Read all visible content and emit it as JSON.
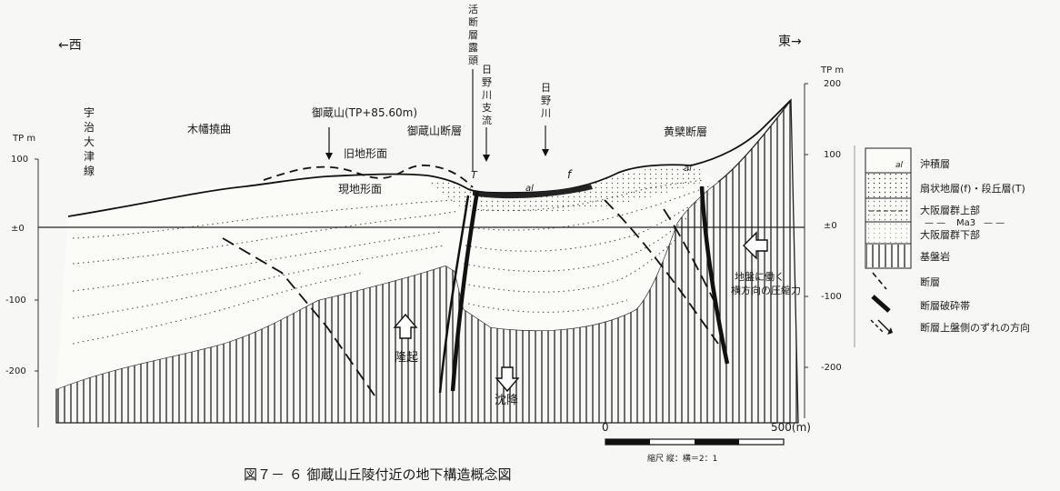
{
  "direction": {
    "west": "←西",
    "east": "東→"
  },
  "axis": {
    "unit": "TP m",
    "left_ticks": [
      "100",
      "±0",
      "-100",
      "-200"
    ],
    "right_ticks": [
      "200",
      "100",
      "±0",
      "-100",
      "-200"
    ]
  },
  "labels": {
    "uji_line": "宇治大津線",
    "kohata": "木幡撓曲",
    "okurayama": "御蔵山(TP+85.60m)",
    "old_surface": "旧地形面",
    "present_surface": "現地形面",
    "okurayama_fault": "御蔵山断層",
    "active_fault": "活断層露頭",
    "hino_tributary": "日野川支流",
    "hino_river": "日野川",
    "obaku_fault": "黄檗断層",
    "uplift": "隆起",
    "subsidence": "沈降",
    "compression": "地盤に働く横方向の圧縮力",
    "mark_T": "T",
    "mark_al": "al",
    "mark_f": "f"
  },
  "legend": {
    "items": [
      {
        "key": "alluvium",
        "label": "沖積層",
        "mark": "al"
      },
      {
        "key": "fan",
        "label": "扇状地層(f)・段丘層(T)"
      },
      {
        "key": "upper",
        "label": "大阪層群上部"
      },
      {
        "key": "ma3",
        "label": "Ma3"
      },
      {
        "key": "lower",
        "label": "大阪層群下部"
      },
      {
        "key": "bedrock",
        "label": "基盤岩"
      },
      {
        "key": "fault",
        "label": "断層"
      },
      {
        "key": "fault_zone",
        "label": "断層破砕帯"
      },
      {
        "key": "slip",
        "label": "断層上盤側のずれの方向"
      }
    ]
  },
  "scale": {
    "zero": "0",
    "max": "500(m)",
    "ratio": "縮尺 縦：横＝2：1"
  },
  "caption": "図７－ ６ 御蔵山丘陵付近の地下構造概念図"
}
